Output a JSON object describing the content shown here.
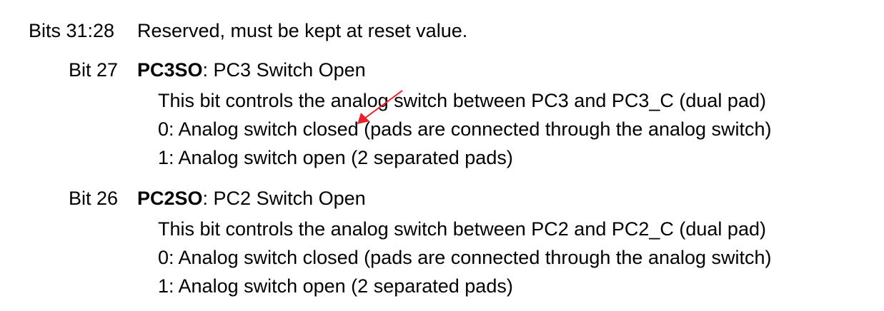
{
  "rows": [
    {
      "label": "Bits 31:28",
      "title_name": "",
      "title_rest": "Reserved, must be kept at reset value.",
      "desc": []
    },
    {
      "label": "Bit 27",
      "title_name": "PC3SO",
      "title_rest": ": PC3 Switch Open",
      "desc": [
        "This bit controls the analog switch between PC3 and PC3_C (dual pad)",
        "0: Analog switch closed (pads are connected through the analog switch)",
        "1: Analog switch open (2 separated pads)"
      ]
    },
    {
      "label": "Bit 26",
      "title_name": "PC2SO",
      "title_rest": ": PC2 Switch Open",
      "desc": [
        "This bit controls the analog switch between PC2 and PC2_C (dual pad)",
        "0: Analog switch closed (pads are connected through the analog switch)",
        "1: Analog switch open (2 separated pads)"
      ]
    }
  ],
  "annotation": {
    "color": "#e8202a"
  }
}
